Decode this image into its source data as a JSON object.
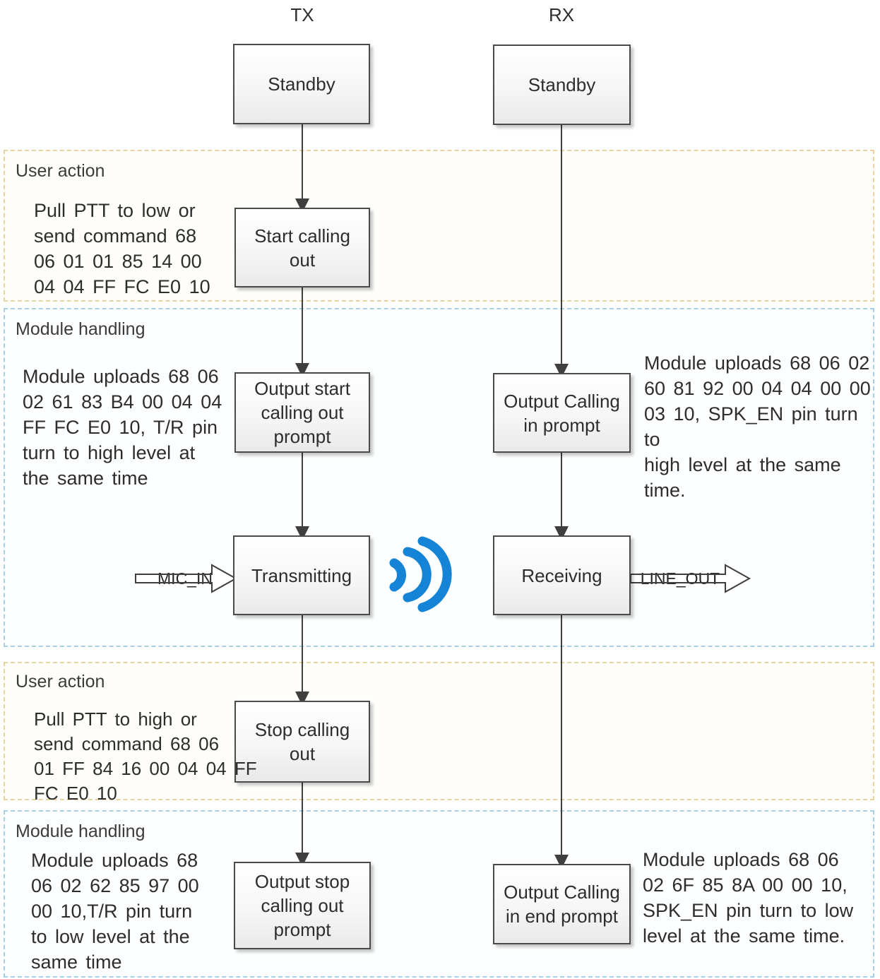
{
  "columns": {
    "tx": "TX",
    "rx": "RX"
  },
  "bands": {
    "user_action_1": {
      "label": "User action",
      "note_tx": "Pull PTT to low or\nsend command 68\n06 01 01 85 14 00\n04 04 FF FC E0 10"
    },
    "module_handling_1": {
      "label": "Module handling",
      "note_tx": "Module uploads 68 06\n02 61 83 B4 00 04 04\nFF FC E0 10, T/R pin\nturn to high level at\nthe same time",
      "note_rx": "Module uploads 68 06 02\n60 81 92 00 04 04 00 00\n03 10, SPK_EN pin turn to\nhigh level at the same\ntime."
    },
    "user_action_2": {
      "label": "User action",
      "note_tx": "Pull PTT to high or\nsend command 68 06\n01 FF 84 16 00 04 04 FF\nFC E0 10"
    },
    "module_handling_2": {
      "label": "Module handling",
      "note_tx": "Module uploads 68\n06 02 62 85 97 00\n00 10,T/R pin turn\nto low level at the\nsame time",
      "note_rx": "Module uploads 68 06\n02 6F 85 8A 00 00 10,\nSPK_EN pin turn to low\nlevel at the same time."
    }
  },
  "nodes": {
    "tx_standby": "Standby",
    "tx_start_calling_out": "Start calling out",
    "tx_output_start_prompt": "Output start calling out prompt",
    "tx_transmitting": "Transmitting",
    "tx_stop_calling_out": "Stop calling out",
    "tx_output_stop_prompt": "Output stop calling out prompt",
    "rx_standby": "Standby",
    "rx_output_calling_in_prompt": "Output Calling in prompt",
    "rx_receiving": "Receiving",
    "rx_output_calling_in_end_prompt": "Output Calling in end prompt"
  },
  "signals": {
    "mic_in": "MIC_IN",
    "line_out": "LINE_OUT"
  },
  "colors": {
    "wifi_blue": "#1583d6",
    "user_band_border": "#e9d3a0",
    "module_band_border": "#a9cfe5",
    "box_border": "#4a4a4a",
    "ink": "#3f3f3f"
  }
}
